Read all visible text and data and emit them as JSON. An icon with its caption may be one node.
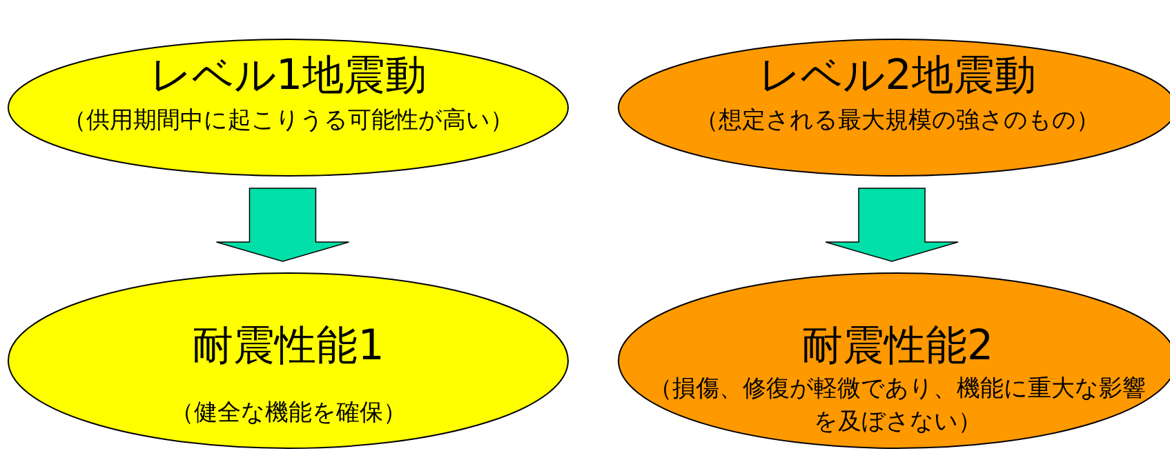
{
  "diagram": {
    "nodes": [
      {
        "text": [
          "レベル1地震動",
          "（供用期間中に起こりうる可能性が高い）"
        ]
      },
      {
        "text": [
          "レベル2地震動",
          "（想定される最大規模の強さのもの）"
        ]
      },
      {
        "text": [
          "耐震性能1",
          "（健全な機能を確保）"
        ]
      },
      {
        "text": [
          "耐震性能2",
          "（損傷、修復が軽微であり、機能に重大な影響を及ぼさない）"
        ]
      }
    ],
    "edges": [
      {
        "from": 0,
        "to": 2,
        "arrow": "to"
      },
      {
        "from": 1,
        "to": 3,
        "arrow": "to"
      }
    ]
  }
}
